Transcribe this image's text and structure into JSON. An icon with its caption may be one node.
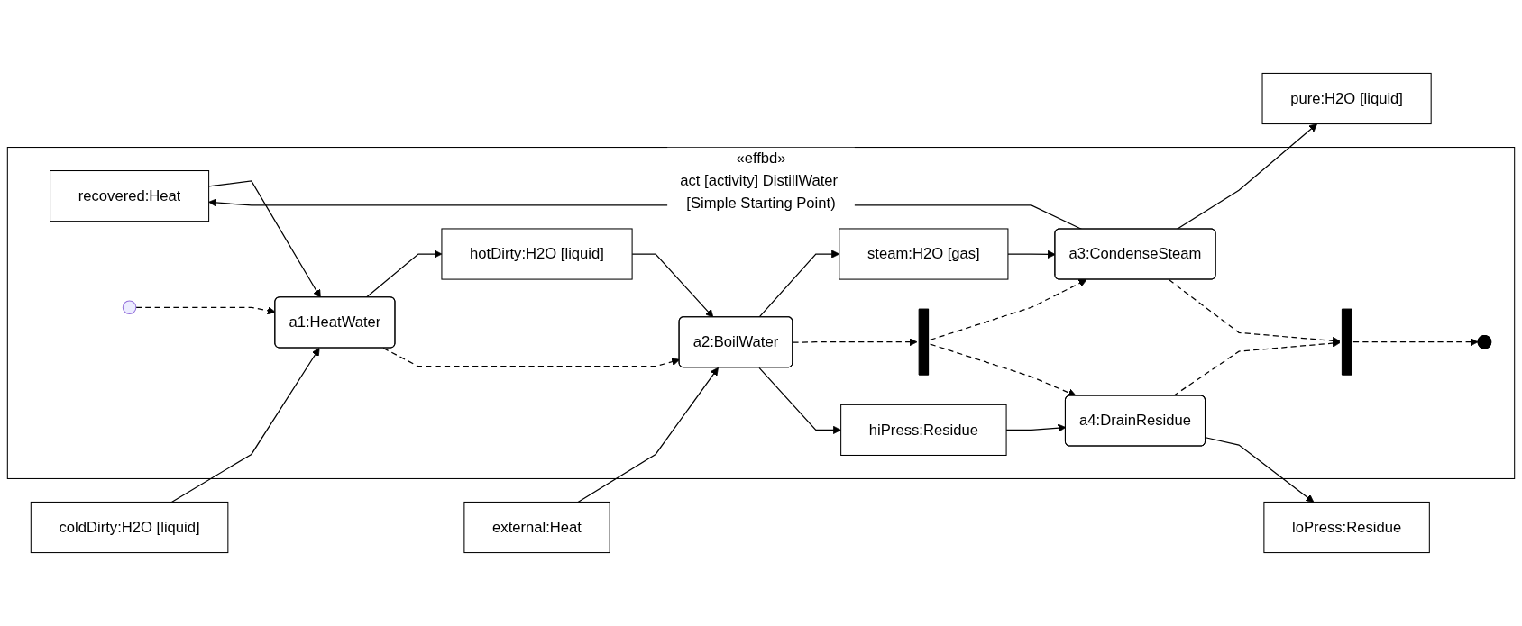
{
  "diagram": {
    "nodes": [
      {
        "text": [
          "«effbd»",
          "act [activity] DistillWater [Simple Starting Point)"
        ]
      },
      {
        "text": [
          "coldDirty:H2O [liquid]"
        ]
      },
      {
        "text": [
          "recovered:Heat"
        ],
        "in": 0
      },
      {
        "text": [
          "hotDirty:H2O [liquid]"
        ],
        "in": 0
      },
      {
        "text": [
          "steam:H2O [gas]"
        ],
        "in": 0
      },
      {
        "text": [
          "pure:H2O [liquid]"
        ]
      },
      {
        "text": [],
        "shape": "circle",
        "in": 0
      },
      {
        "text": [
          "a1:HeatWater"
        ],
        "in": 0
      },
      {
        "text": [
          "a2:BoilWater"
        ],
        "in": 0
      },
      {
        "text": [],
        "shape": "bar",
        "in": 0
      },
      {
        "text": [
          "a3:CondenseSteam"
        ],
        "in": 0
      },
      {
        "text": [
          "a4:DrainResidue"
        ],
        "in": 0
      },
      {
        "text": [],
        "shape": "bar",
        "in": 0
      },
      {
        "text": [],
        "shape": "circle",
        "in": 0
      },
      {
        "text": [
          "external:Heat"
        ]
      },
      {
        "text": [
          "hiPress:Residue"
        ],
        "in": 0
      },
      {
        "text": [
          "loPress:Residue"
        ]
      }
    ],
    "edges": [
      {
        "from": 6,
        "to": 7,
        "arrow": "to",
        "style": "dashed"
      },
      {
        "from": 1,
        "to": 7,
        "arrow": "to"
      },
      {
        "from": 2,
        "to": 7,
        "arrow": "to"
      },
      {
        "from": 7,
        "to": 3,
        "arrow": "to"
      },
      {
        "from": 3,
        "to": 8,
        "arrow": "to"
      },
      {
        "from": 7,
        "to": 8,
        "arrow": "to",
        "style": "dashed"
      },
      {
        "from": 14,
        "to": 8,
        "arrow": "to"
      },
      {
        "from": 8,
        "to": 4,
        "arrow": "to"
      },
      {
        "from": 8,
        "to": 9,
        "arrow": "to",
        "style": "dashed"
      },
      {
        "from": 8,
        "to": 15,
        "arrow": "to"
      },
      {
        "from": 4,
        "to": 10,
        "arrow": "to"
      },
      {
        "from": 10,
        "to": 5,
        "arrow": "to"
      },
      {
        "from": 10,
        "to": 2,
        "arrow": "to"
      },
      {
        "from": 9,
        "to": 10,
        "arrow": "to",
        "style": "dashed"
      },
      {
        "from": 9,
        "to": 11,
        "arrow": "to",
        "style": "dashed"
      },
      {
        "from": 15,
        "to": 11,
        "arrow": "to"
      },
      {
        "from": 10,
        "to": 12,
        "arrow": "to",
        "style": "dashed"
      },
      {
        "from": 11,
        "to": 12,
        "arrow": "to",
        "style": "dashed"
      },
      {
        "from": 11,
        "to": 16,
        "arrow": "to"
      },
      {
        "from": 12,
        "to": 13,
        "arrow": "to",
        "style": "dashed"
      }
    ]
  }
}
